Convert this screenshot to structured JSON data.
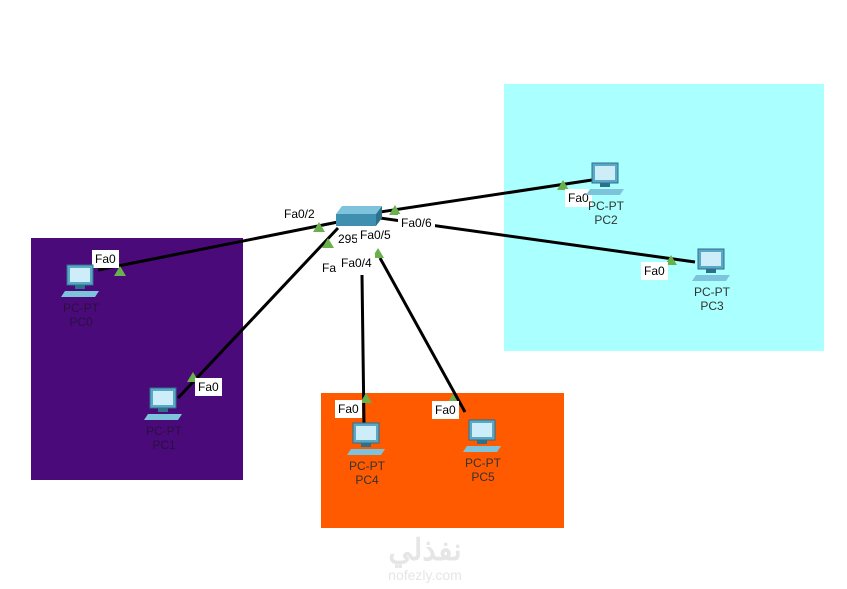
{
  "zones": [
    {
      "name": "purple-zone",
      "color": "#4b0a7a"
    },
    {
      "name": "cyan-zone",
      "color": "#aaffff"
    },
    {
      "name": "orange-zone",
      "color": "#ff5a00"
    }
  ],
  "switch": {
    "label_partial": "295",
    "label_partial2": "Fa"
  },
  "ports": {
    "sw_fa02": "Fa0/2",
    "sw_fa05": "Fa0/5",
    "sw_fa06": "Fa0/6",
    "sw_fa04": "Fa0/4",
    "pc_fa0": "Fa0"
  },
  "pcs": [
    {
      "type": "PC-PT",
      "name": "PC0"
    },
    {
      "type": "PC-PT",
      "name": "PC1"
    },
    {
      "type": "PC-PT",
      "name": "PC2"
    },
    {
      "type": "PC-PT",
      "name": "PC3"
    },
    {
      "type": "PC-PT",
      "name": "PC4"
    },
    {
      "type": "PC-PT",
      "name": "PC5"
    }
  ],
  "watermark": {
    "arabic": "نفذلي",
    "latin": "nofezly.com"
  }
}
